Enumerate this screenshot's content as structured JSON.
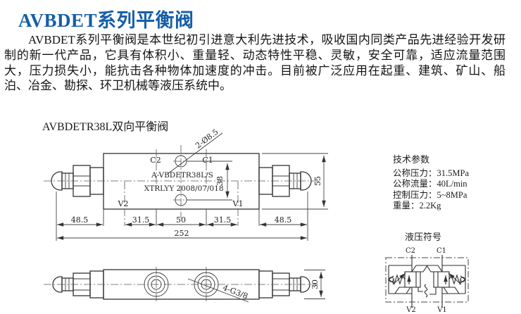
{
  "header": {
    "title": "AVBDET系列平衡阀"
  },
  "intro": {
    "text": "AVBDET系列平衡阀是本世纪初引进意大利先进技术，吸收国内同类产品先进经验开发研制的新一代产品，它具有体积小、重量轻、动态特性平稳、灵敏，安全可靠，适应流量范围大，压力损失小，能抗击各种物体加速度的冲击。目前被广泛应用在起重、建筑、矿山、船泊、冶金、勘探、环卫机械等液压系统中。"
  },
  "section": {
    "subtitle": "AVBDETR38L双向平衡阀"
  },
  "drawing": {
    "labels": {
      "c2": "C2",
      "c1": "C1",
      "v2": "V2",
      "v1": "V1"
    },
    "plate": {
      "model": "A-VBDETR38L/S",
      "brand": "XTRLYY",
      "date": "2008/07/018"
    },
    "notes": {
      "holes": "2-Ø8.5",
      "ports": "4-G3/8"
    },
    "dims": {
      "d485a": "48.5",
      "d315a": "31.5",
      "d50": "50",
      "d315b": "31.5",
      "d485b": "48.5",
      "d252": "252",
      "d55": "55",
      "d38": "38",
      "d30": "30"
    }
  },
  "tech_params": {
    "heading": "技术参数",
    "items": [
      "公称压力：31.5MPa",
      "公称流量：40L/min",
      "控制压力：5~8MPa",
      "重量：2.2Kg"
    ]
  },
  "symbol": {
    "heading": "液压符号",
    "labels": {
      "c2": "C2",
      "c1": "C1",
      "v2": "V2",
      "v1": "V1"
    }
  },
  "colors": {
    "title_blue": "#155fa8",
    "line": "#333333",
    "text": "#111111",
    "background": "#ffffff"
  }
}
